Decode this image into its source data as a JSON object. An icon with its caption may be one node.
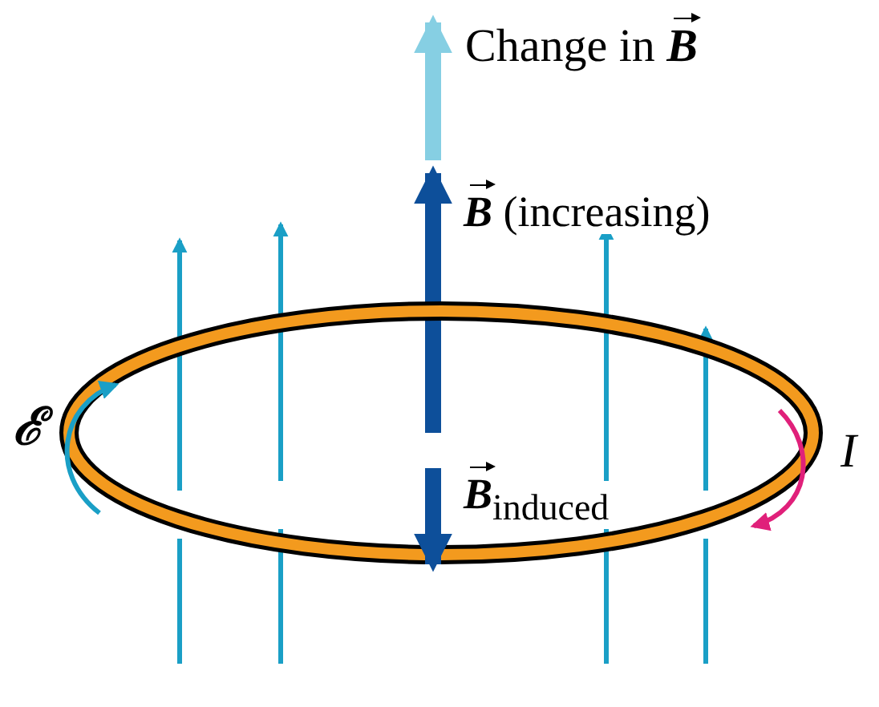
{
  "diagram": {
    "labels": [
      "Change in **B**",
      "**B** (increasing)",
      "ℰ",
      "I",
      "**B**$_{induced}$"
    ]
  }
}
